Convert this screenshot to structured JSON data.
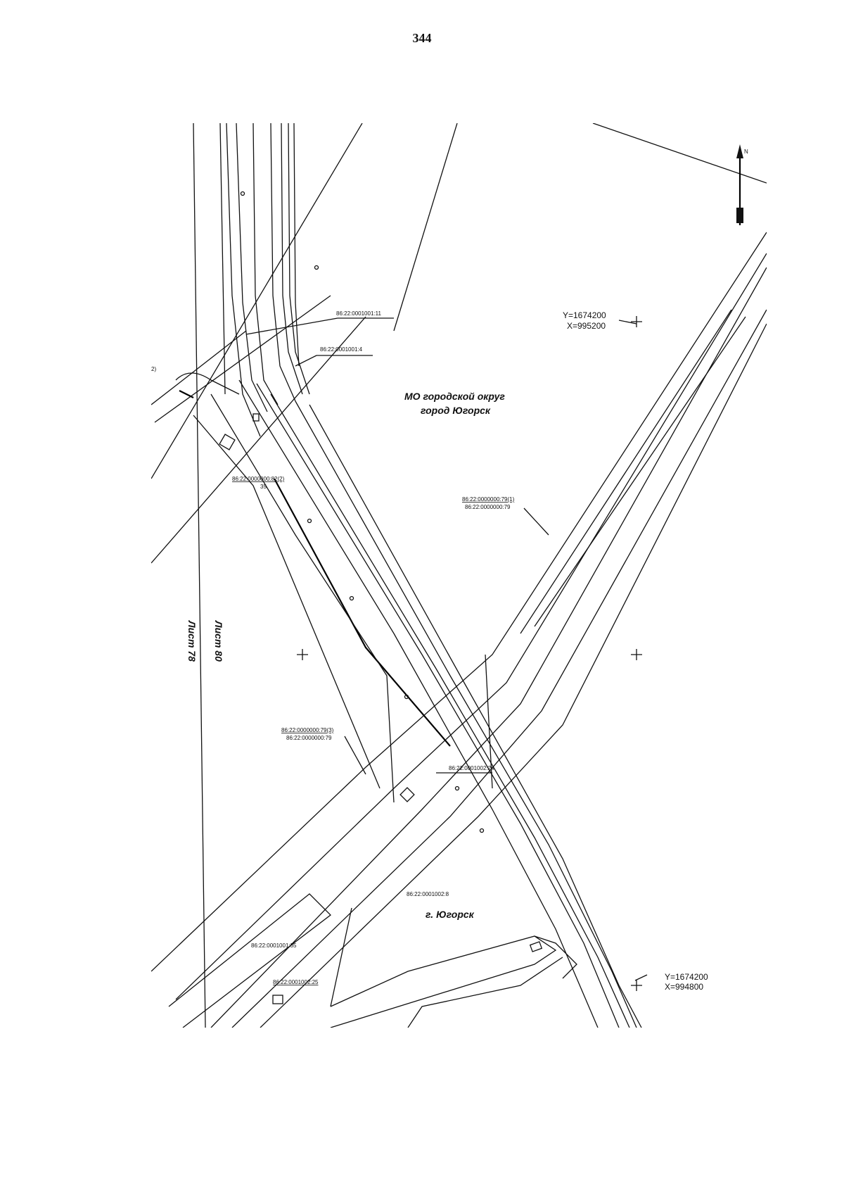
{
  "page_number": "344",
  "labels": {
    "municipality_line1": "МО городской округ",
    "municipality_line2": "город Югорск",
    "town": "г. Югорск",
    "sheet_78": "Лист 78",
    "sheet_80": "Лист 80",
    "parcel_1": "86:22:0001001:11",
    "parcel_2": "86:22:0001001:4",
    "parcel_3_top": "86:22:0000000:82(2)",
    "parcel_3_bottom": "35",
    "parcel_4_top": "86:22:0000000:79(1)",
    "parcel_4_bottom": "86:22:0000000:79",
    "parcel_5_top": "86:22:0000000:79(3)",
    "parcel_5_bottom": "86:22:0000000:79",
    "parcel_6": "86:22:0001002:24",
    "parcel_7": "86:22:0001002:8",
    "parcel_8": "86:22:0001001:35",
    "parcel_9": "86:22:0001002:25",
    "edge_mark": "2)",
    "north_arrow": "N"
  },
  "coordinates": {
    "top_y": "Y=1674200",
    "top_x": "X=995200",
    "bottom_y": "Y=1674200",
    "bottom_x": "X=994800"
  }
}
